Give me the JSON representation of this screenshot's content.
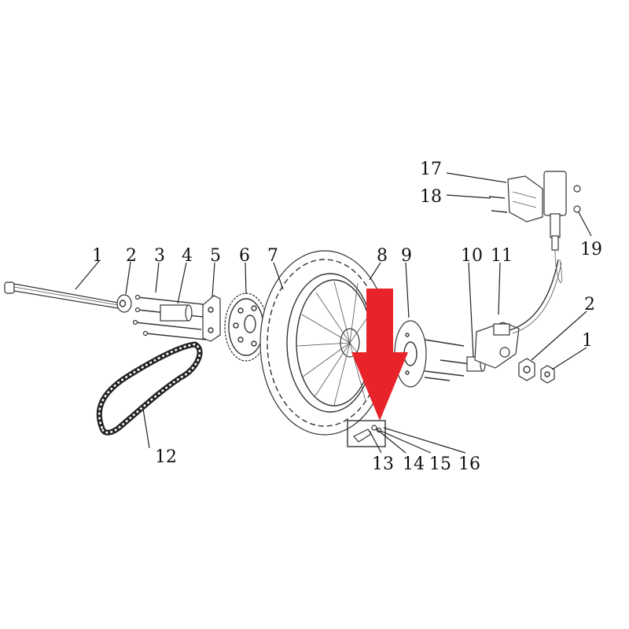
{
  "diagram": {
    "labels": [
      "1",
      "2",
      "3",
      "4",
      "5",
      "6",
      "7",
      "8",
      "9",
      "10",
      "11",
      "2",
      "1",
      "12",
      "13",
      "14",
      "15",
      "16",
      "17",
      "18",
      "19"
    ]
  },
  "colors": {
    "highlight_arrow": "#e8232a",
    "line": "#222222",
    "background": "#ffffff"
  }
}
